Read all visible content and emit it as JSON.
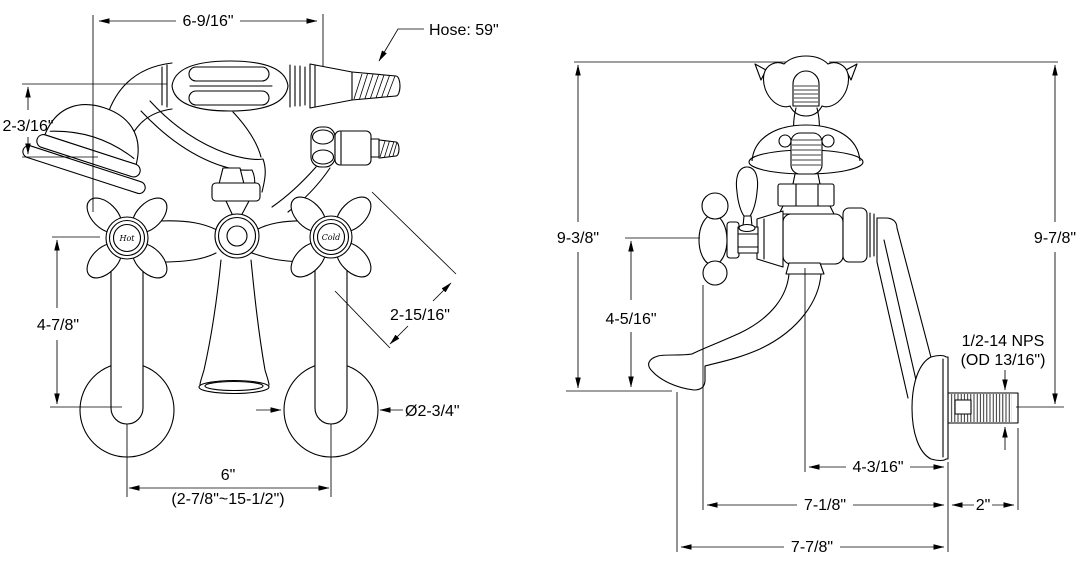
{
  "drawing": {
    "background": "#ffffff",
    "line_color": "#000000",
    "description": "Two-view dimensional line drawing of a wall-mount clawfoot tub faucet with hand shower"
  },
  "front_view": {
    "dims": {
      "handset_width": "6-9/16\"",
      "hose_label": "Hose: 59\"",
      "head_depth": "2-3/16\"",
      "riser_height": "4-7/8\"",
      "handle_width": "2-15/16\"",
      "flange_diameter": "Ø2-3/4\"",
      "centers": "6\"",
      "centers_range": "(2-7/8\"~15-1/2\")"
    },
    "handle_labels": {
      "hot": "Hot",
      "cold": "Cold"
    }
  },
  "side_view": {
    "dims": {
      "overall_height": "9-3/8\"",
      "height_to_outlet": "9-7/8\"",
      "spout_height": "4-5/16\"",
      "thread_spec_line1": "1/2-14 NPS",
      "thread_spec_line2": "(OD 13/16\")",
      "center_to_wall": "4-3/16\"",
      "handle_to_wall": "7-1/8\"",
      "nipple_length": "2\"",
      "spout_to_wall": "7-7/8\""
    }
  }
}
